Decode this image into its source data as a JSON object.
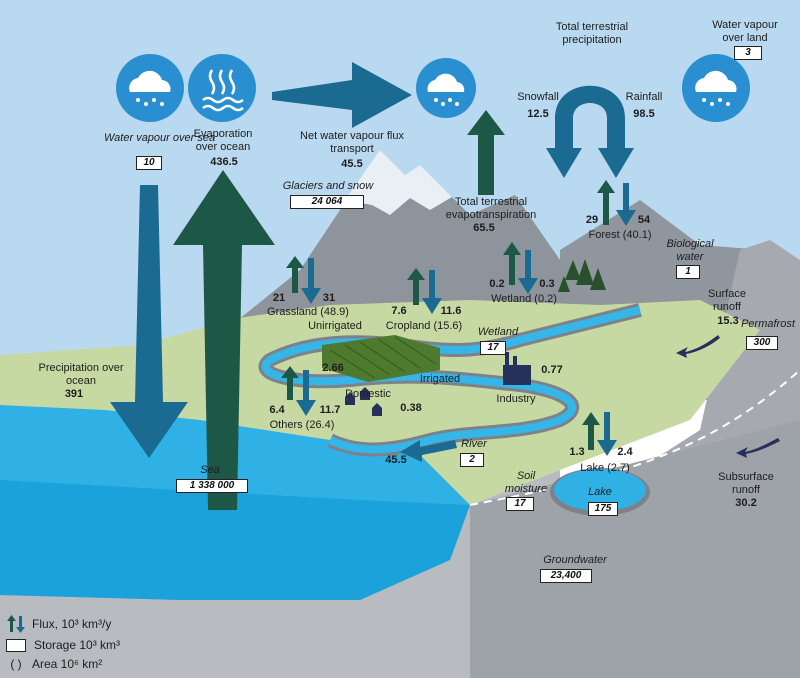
{
  "colors": {
    "sky": "#b9d9f0",
    "sea": "#2fb1e6",
    "land": "#c7d9a3",
    "rock": "#9aa1a8",
    "flux_blue": "#1a6a91",
    "flux_green": "#1d5847",
    "box_border": "#222222"
  },
  "icons": [
    "rain-cloud-icon",
    "evaporation-icon",
    "rain-cloud-icon",
    "rain-cloud-icon"
  ],
  "labels": {
    "water_vapour_sea": "Water vapour over sea",
    "water_vapour_sea_val": "10",
    "evap_ocean": "Evaporation over ocean",
    "evap_ocean_val": "436.5",
    "net_transport": "Net water vapour flux transport",
    "net_transport_val": "45.5",
    "terr_precip": "Total terrestrial precipitation",
    "snowfall": "Snowfall",
    "snowfall_val": "12.5",
    "rainfall": "Rainfall",
    "rainfall_val": "98.5",
    "water_vapour_land": "Water vapour over land",
    "water_vapour_land_val": "3",
    "glaciers": "Glaciers and snow",
    "glaciers_val": "24 064",
    "terr_evapo": "Total terrestrial evapotranspiration",
    "terr_evapo_val": "65.5",
    "forest_up": "29",
    "forest_down": "54",
    "forest": "Forest (40.1)",
    "biological": "Biological water",
    "biological_val": "1",
    "wetland_up": "0.2",
    "wetland_down": "0.3",
    "wetland_area": "Wetland (0.2)",
    "surface_runoff": "Surface runoff",
    "surface_runoff_val": "15.3",
    "permafrost": "Permafrost",
    "permafrost_val": "300",
    "grass_up": "21",
    "grass_down": "31",
    "grassland": "Grassland (48.9)",
    "unirrigated": "Unirrigated",
    "crop_up": "7.6",
    "crop_down": "11.6",
    "cropland": "Cropland (15.6)",
    "wetland": "Wetland",
    "wetland_val": "17",
    "precip_ocean": "Precipitation over ocean",
    "precip_ocean_val": "391",
    "irrigated": "Irrigated",
    "irrig_flux": "2.66",
    "industry": "Industry",
    "industry_flux": "0.77",
    "others_up": "6.4",
    "others_down": "11.7",
    "others": "Others (26.4)",
    "domestic": "Domestic",
    "domestic_flux": "0.38",
    "river": "River",
    "river_val": "2",
    "river_flux": "45.5",
    "lake_up": "1.3",
    "lake_down": "2.4",
    "lake_area": "Lake (2.7)",
    "sea": "Sea",
    "sea_val": "1 338 000",
    "soil": "Soil moisture",
    "soil_val": "17",
    "lake": "Lake",
    "lake_val": "175",
    "subsurface": "Subsurface runoff",
    "subsurface_val": "30.2",
    "groundwater": "Groundwater",
    "groundwater_val": "23,400"
  },
  "legend": {
    "flux": "Flux, 10³ km³/y",
    "storage": "Storage 10³ km³",
    "area_symbol": "( )",
    "area": "Area 10⁶ km²"
  }
}
